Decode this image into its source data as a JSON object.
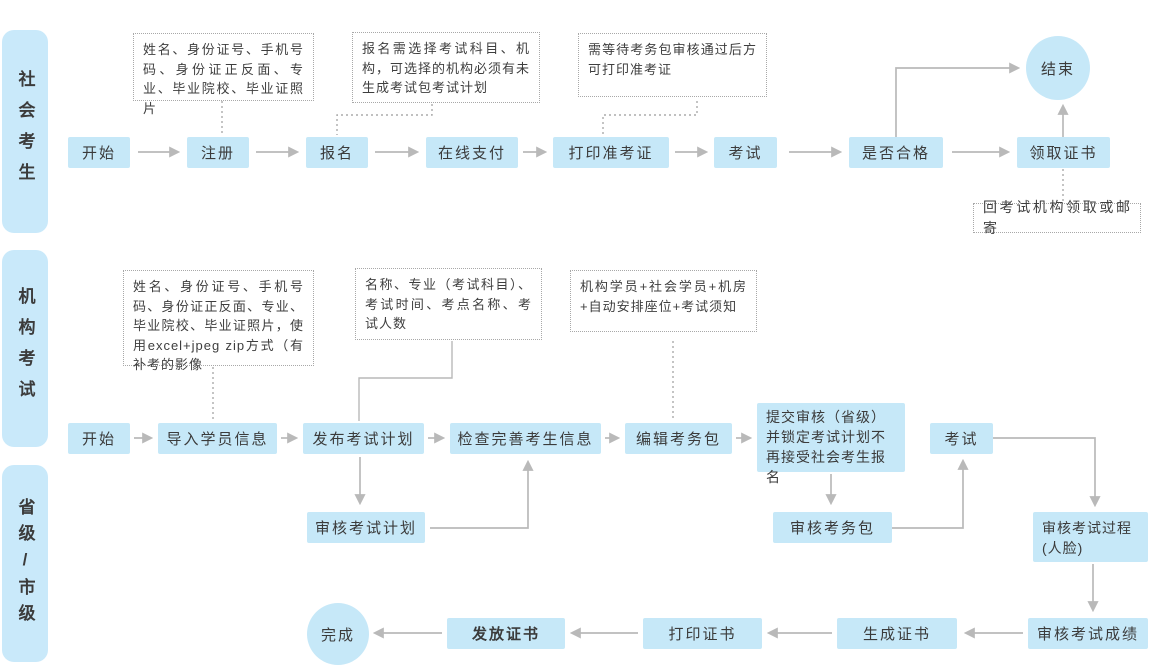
{
  "colors": {
    "node_fill": "#c6e8f8",
    "lane_fill": "#c9e9fa",
    "arrow": "#b9b9b9",
    "note_border": "#a8a8a8",
    "text": "#3b3b3b"
  },
  "lanes": [
    {
      "label": "社会考生"
    },
    {
      "label": "机构考试"
    },
    {
      "label": "省级/市级"
    }
  ],
  "flow": {
    "social": {
      "start": "开始",
      "register": "注册",
      "signup": "报名",
      "pay": "在线支付",
      "print_admission": "打印准考证",
      "exam": "考试",
      "pass_check": "是否合格",
      "receive_cert": "领取证书",
      "end": "结束",
      "notes": {
        "register_info": "姓名、身份证号、手机号码、身份证正反面、专业、毕业院校、毕业证照片",
        "signup_rule": "报名需选择考试科目、机构，可选择的机构必须有未生成考试包考试计划",
        "admission_rule": "需等待考务包审核通过后方可打印准考证",
        "receive_way": "回考试机构领取或邮寄"
      }
    },
    "org": {
      "start": "开始",
      "import_students": "导入学员信息",
      "publish_plan": "发布考试计划",
      "check_info": "检查完善考生信息",
      "edit_pack": "编辑考务包",
      "submit_audit": "提交审核（省级）并锁定考试计划不再接受社会考生报名",
      "exam": "考试",
      "notes": {
        "import_info": "姓名、身份证号、手机号码、身份证正反面、专业、毕业院校、毕业证照片，使用excel+jpeg zip方式（有补考的影像",
        "plan_info": "名称、专业（考试科目）、考试时间、考点名称、考试人数",
        "pack_info": "机构学员+社会学员+机房+自动安排座位+考试须知"
      }
    },
    "gov": {
      "audit_plan": "审核考试计划",
      "audit_pack": "审核考务包",
      "audit_process": "审核考试过程(人脸)",
      "audit_score": "审核考试成绩",
      "generate_cert": "生成证书",
      "print_cert": "打印证书",
      "issue_cert": "发放证书",
      "done": "完成"
    }
  }
}
